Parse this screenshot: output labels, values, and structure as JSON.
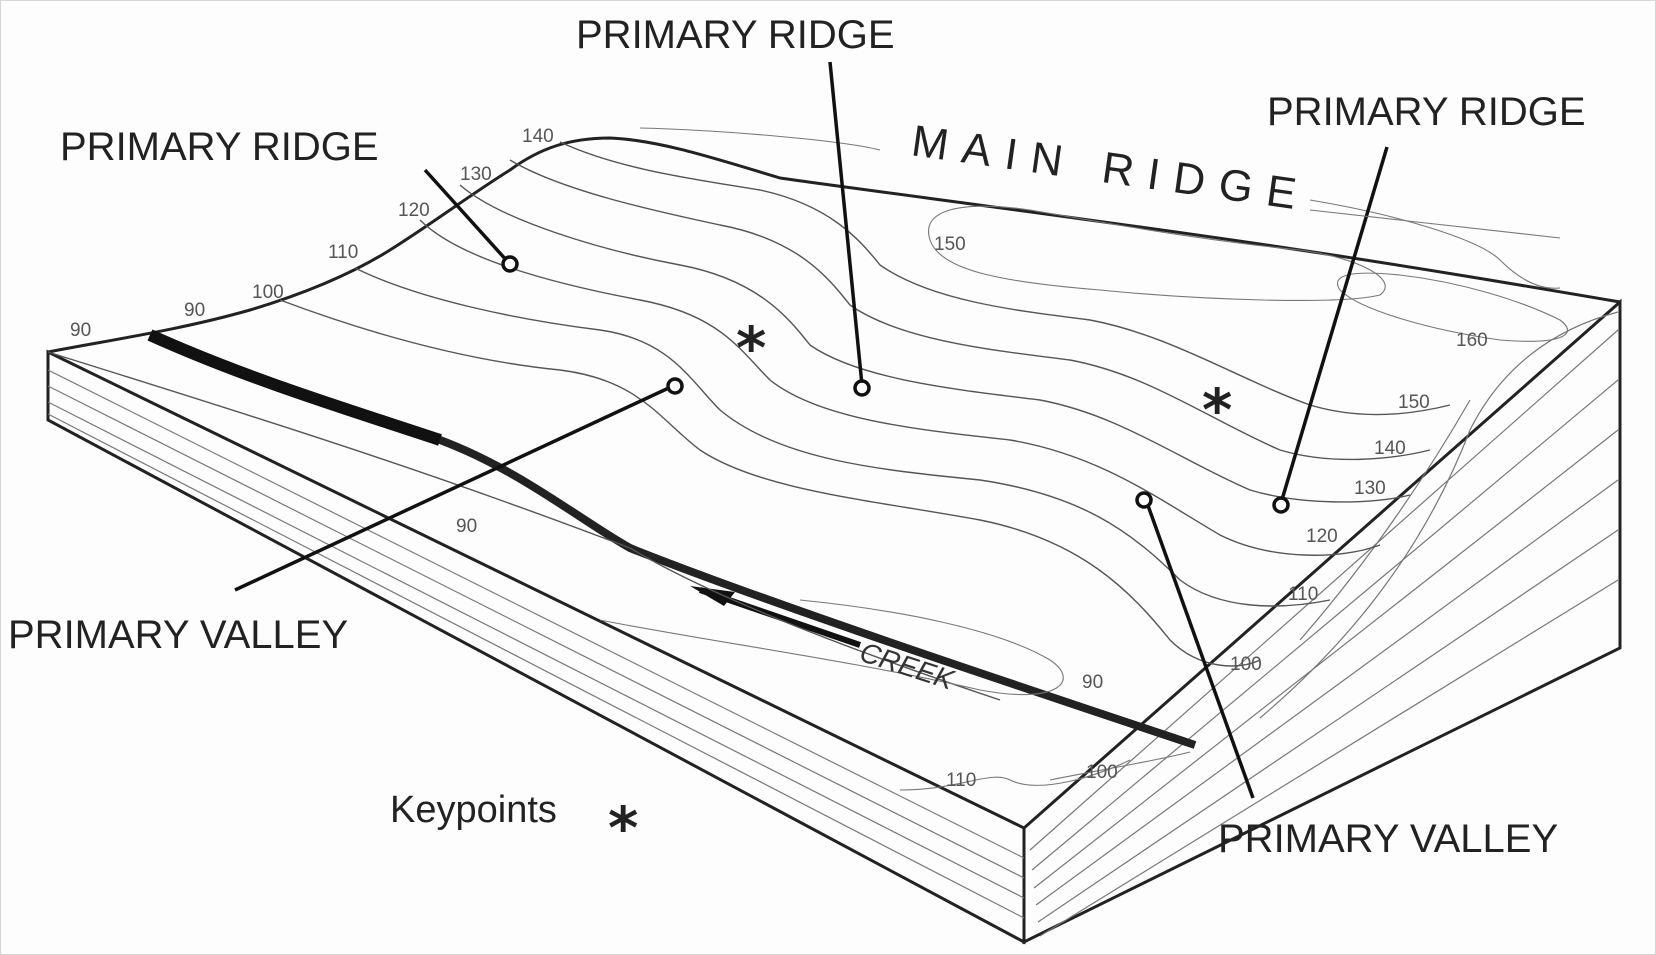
{
  "labels": {
    "primary_ridge_left": "PRIMARY RIDGE",
    "primary_ridge_top": "PRIMARY RIDGE",
    "primary_ridge_right": "PRIMARY RIDGE",
    "primary_valley_left": "PRIMARY VALLEY",
    "primary_valley_right": "PRIMARY VALLEY",
    "main_ridge": "MAIN RIDGE",
    "creek": "CREEK",
    "keypoints": "Keypoints",
    "keypoint_symbol": "*"
  },
  "contour_labels": {
    "left_90a": "90",
    "left_90b": "90",
    "left_100": "100",
    "left_110": "110",
    "left_120": "120",
    "left_130": "130",
    "left_140": "140",
    "top_150": "150",
    "right_160": "160",
    "right_150": "150",
    "right_140": "140",
    "right_130": "130",
    "right_120": "120",
    "right_110": "110",
    "right_100": "100",
    "right_90": "90",
    "mid_90": "90",
    "bottom_110": "110",
    "bottom_100": "100"
  }
}
